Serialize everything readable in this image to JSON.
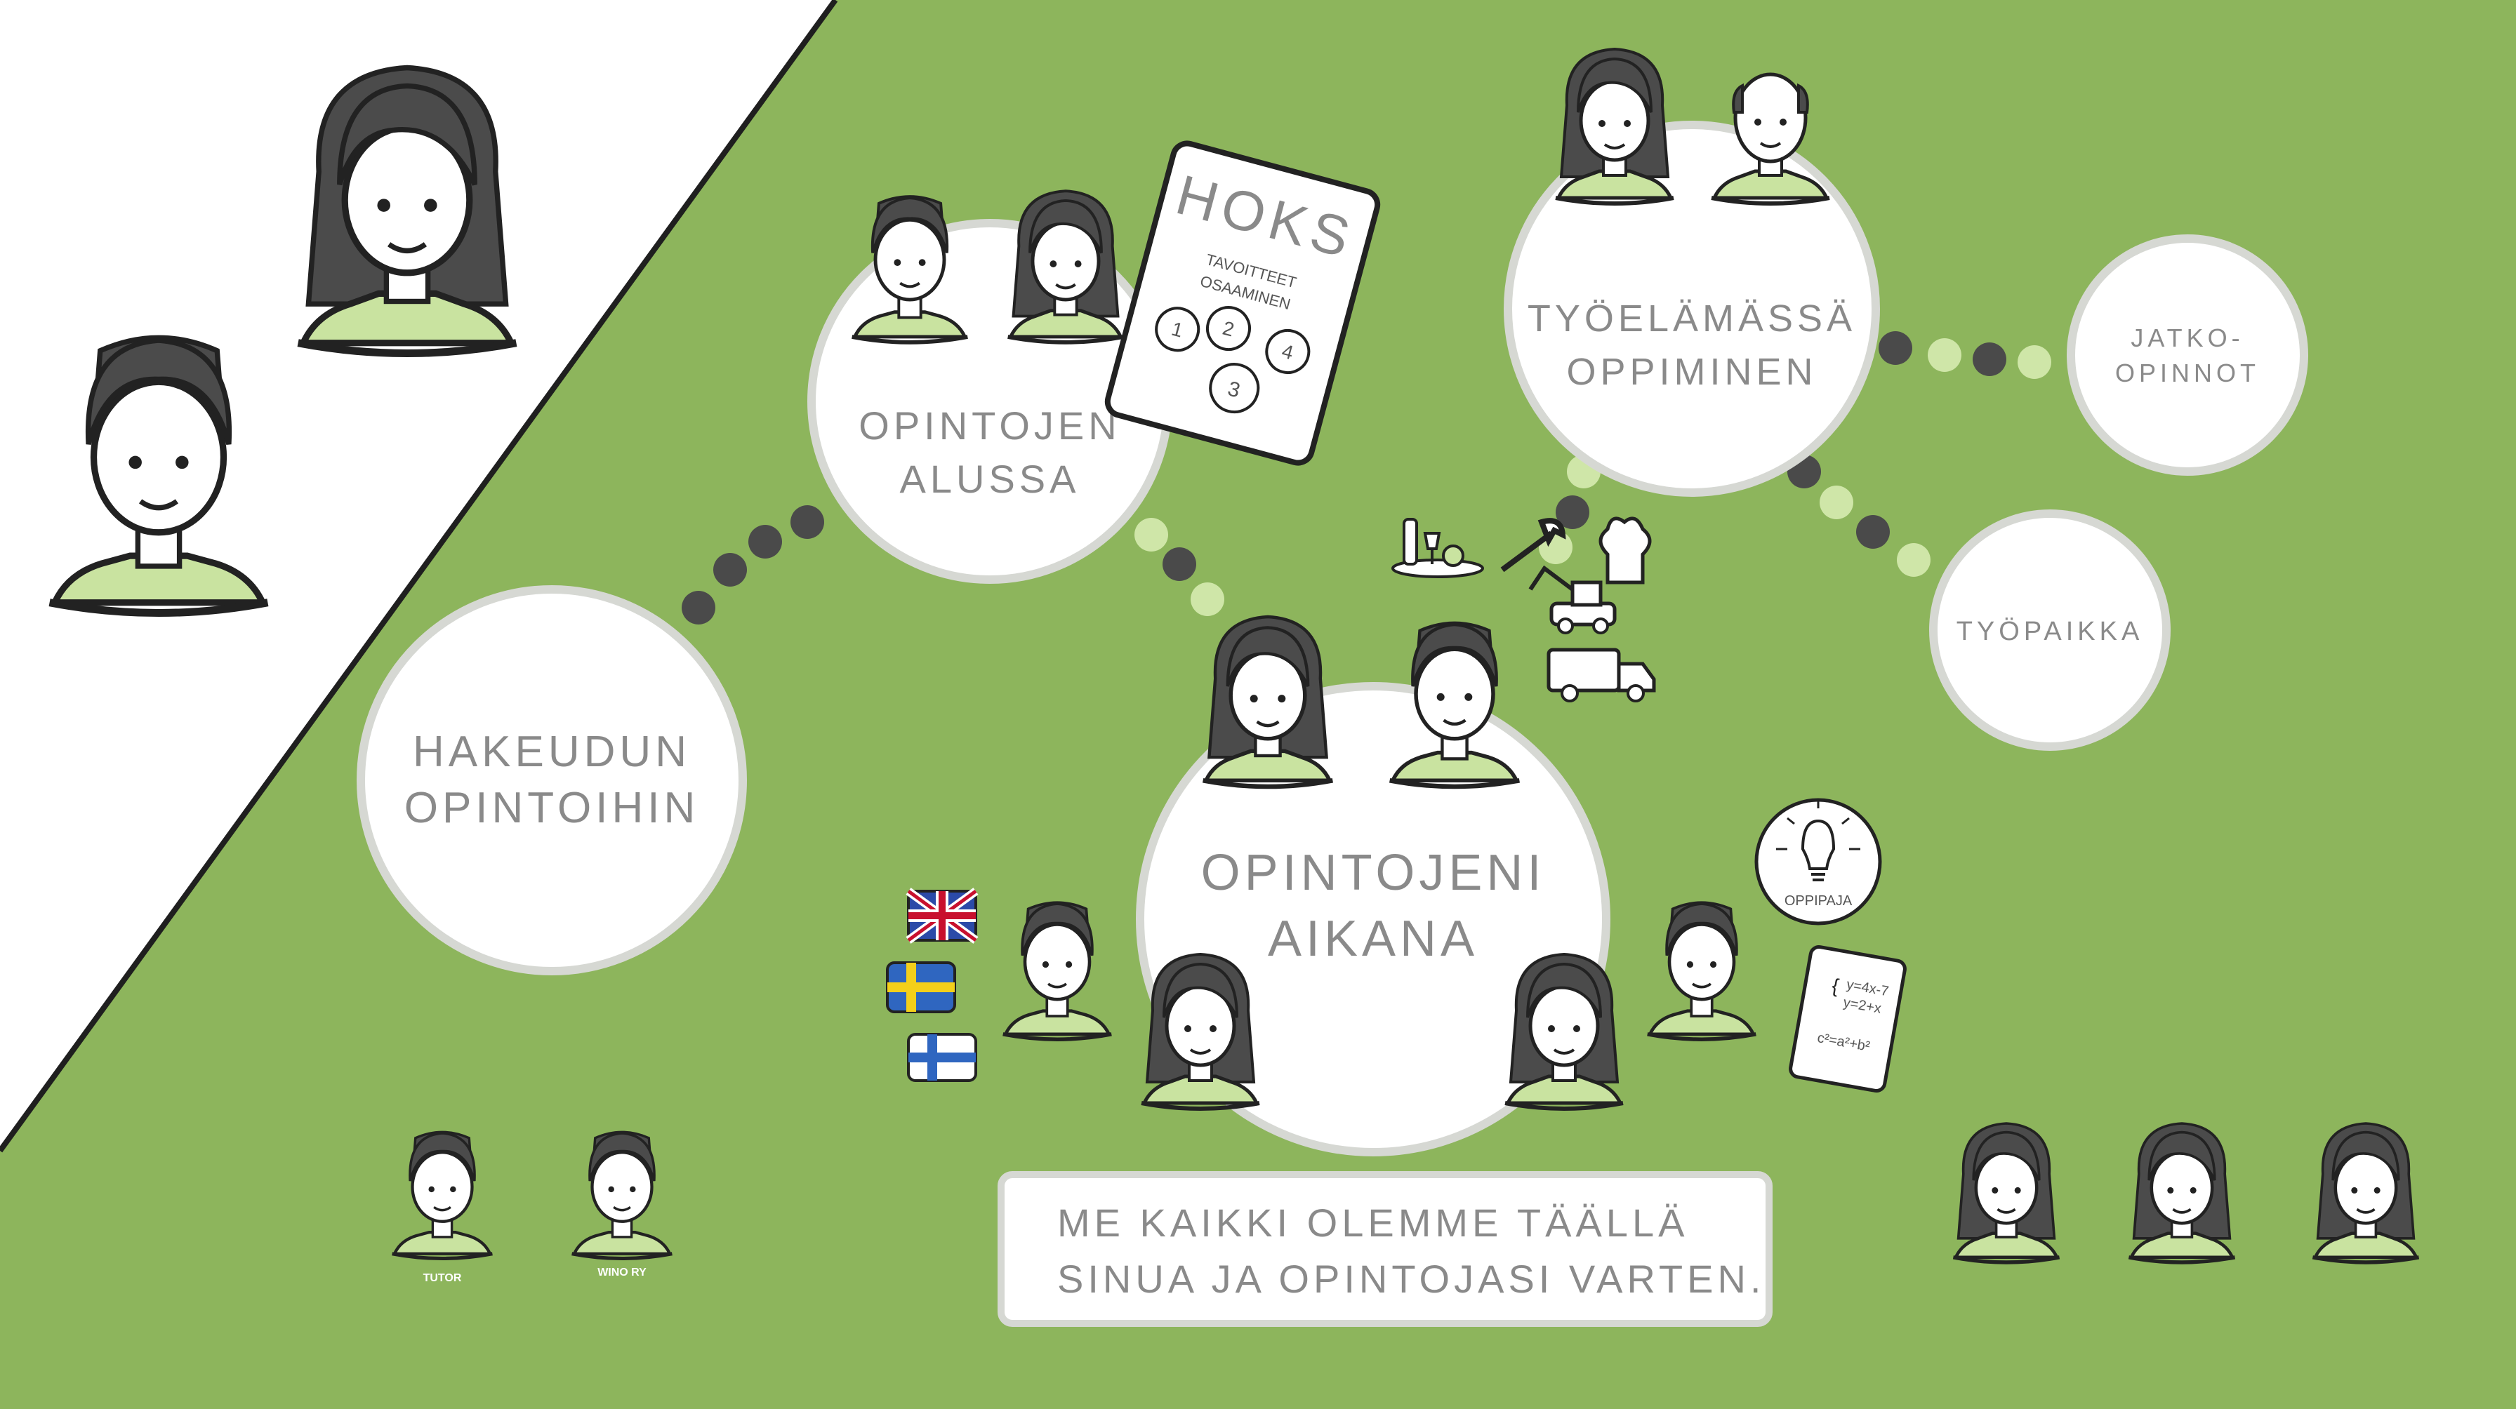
{
  "bubbles": {
    "apply": [
      "HAKEUDUN",
      "OPINTOIHIN"
    ],
    "start": [
      "OPINTOJEN",
      "ALUSSA"
    ],
    "during": [
      "OPINTOJENI",
      "AIKANA"
    ],
    "worklife": [
      "TYÖELÄMÄSSÄ",
      "OPPIMINEN"
    ],
    "further": [
      "JATKO-",
      "OPINNOT"
    ],
    "workplace": [
      "TYÖPAIKKA"
    ]
  },
  "hoks": {
    "title": "HOKS",
    "lines": [
      "TAVOITTEET",
      "OSAAMINEN"
    ],
    "steps": [
      "1",
      "2",
      "3",
      "4"
    ]
  },
  "badges": {
    "tutor": "TUTOR",
    "wino": "WINO RY",
    "oppipaja": "OPPIPAJA"
  },
  "math": [
    "y=4x-7",
    "y=2+x",
    "c²=a²+b²"
  ],
  "message": [
    "ME KAIKKI OLEMME TÄÄLLÄ",
    "SINUA JA OPINTOJASI VARTEN."
  ],
  "colors": {
    "background": "#8db55c",
    "shirt": "#c9e3a0",
    "hair": "#333333",
    "bubble": "#ffffff",
    "text": "#8a8a8a"
  }
}
